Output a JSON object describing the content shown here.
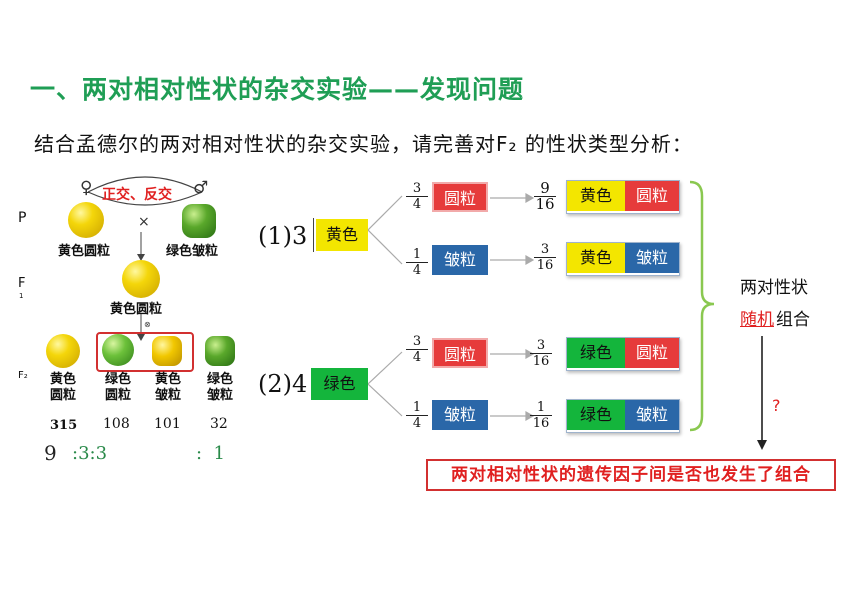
{
  "title": "一、两对相对性状的杂交实验——发现问题",
  "subtitle": "结合孟德尔的两对相对性状的杂交实验，请完善对F₂ 的性状类型分析：",
  "cross": {
    "female_symbol": "♀",
    "male_symbol": "♂",
    "cross_label": "正交、反交",
    "times_symbol": "×",
    "p_label": "P",
    "f1_label": "F",
    "f1_sub": "1",
    "f2_label": "F₂",
    "p_left_label": "黄色圆粒",
    "p_right_label": "绿色皱粒",
    "f1_pea_label": "黄色圆粒",
    "self_symbol": "⊗",
    "f2": [
      {
        "label_line1": "黄色",
        "label_line2": "圆粒",
        "count": "315"
      },
      {
        "label_line1": "绿色",
        "label_line2": "圆粒",
        "count": "108"
      },
      {
        "label_line1": "黄色",
        "label_line2": "皱粒",
        "count": "101"
      },
      {
        "label_line1": "绿色",
        "label_line2": "皱粒",
        "count": "32"
      }
    ],
    "ratio_a": "9",
    "ratio_b": ":3:3",
    "ratio_c": ":  1"
  },
  "analysis": {
    "row1_prefix": "(1)3",
    "row1_color": "黄色",
    "row2_prefix": "(2)4",
    "row2_color": "绿色",
    "shape_round": "圆粒",
    "shape_wrinkled": "皱粒",
    "yellow": "黄色",
    "green": "绿色",
    "fracs_left": [
      {
        "num": "3",
        "den": "4"
      },
      {
        "num": "1",
        "den": "4"
      },
      {
        "num": "3",
        "den": "4"
      },
      {
        "num": "1",
        "den": "4"
      }
    ],
    "fracs_right": [
      {
        "num": "9",
        "den": "16"
      },
      {
        "num": "3",
        "den": "16"
      },
      {
        "num": "3",
        "den": "16"
      },
      {
        "num": "1",
        "den": "16"
      }
    ]
  },
  "conclusion": {
    "line1": "两对性状",
    "line2_red": "随机",
    "line2_rest": "组合",
    "question": "?",
    "box_text": "两对相对性状的遗传因子间是否也发生了组合"
  },
  "colors": {
    "title": "#1f9e55",
    "red_box": "#e63b3b",
    "blue_box": "#2a67a8",
    "green_box": "#14b53c",
    "yellow_box": "#f3e600",
    "brace": "#8ac850"
  }
}
